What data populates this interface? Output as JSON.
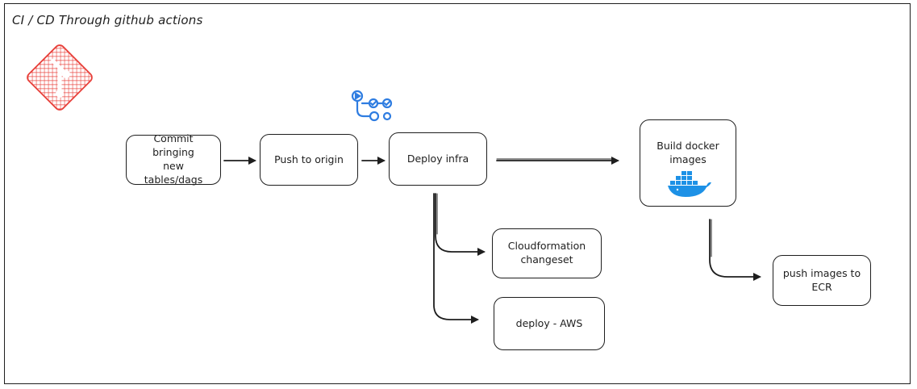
{
  "diagram": {
    "title": "CI / CD Through github actions",
    "nodes": {
      "commit": "Commit bringing\nnew\ntables/dags",
      "push": "Push to origin",
      "deploy_infra": "Deploy infra",
      "cloudformation": "Cloudformation\nchangeset",
      "deploy_aws": "deploy - AWS",
      "build_docker": "Build docker\nimages",
      "push_ecr": "push images to\nECR"
    },
    "icons": {
      "git": "git-logo-icon",
      "actions": "github-actions-icon",
      "docker": "docker-whale-icon"
    },
    "colors": {
      "git": "#e8413b",
      "actions": "#2f7de1",
      "docker": "#1d91e6",
      "stroke": "#1e1e1e"
    }
  }
}
